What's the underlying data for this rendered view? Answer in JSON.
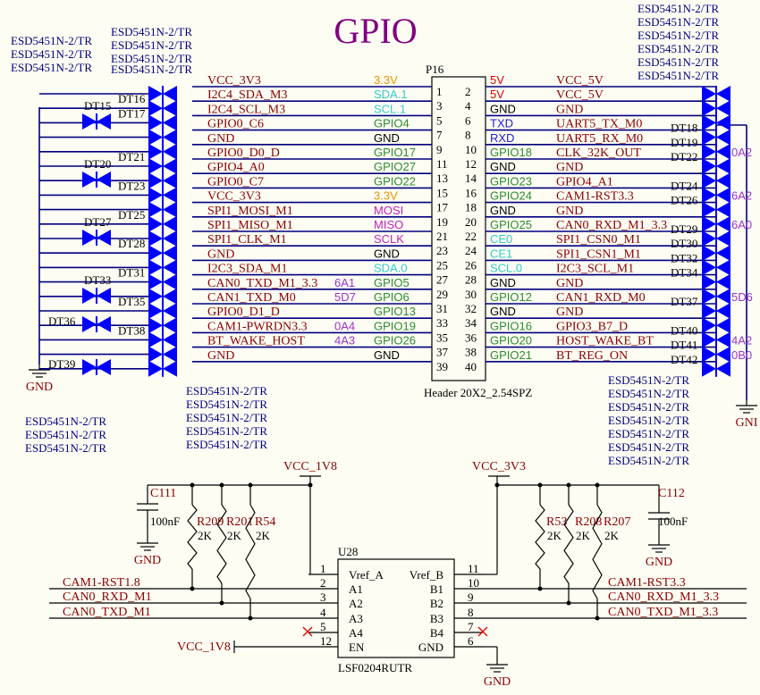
{
  "title": "GPIO",
  "header": {
    "ref": "P16",
    "name": "Header 20X2_2.54SPZ",
    "rows": [
      {
        "ln": "VCC_3V3",
        "lf": "3.3V",
        "lc": "#e69500",
        "p1": "1",
        "p2": "2",
        "rf": "5V",
        "rc": "#e00000",
        "rn": "VCC_5V",
        "ld": "",
        "rd": "",
        "lx": "",
        "rx": ""
      },
      {
        "ln": "I2C4_SDA_M3",
        "lf": "SDA.1",
        "lc": "#33cccc",
        "p1": "3",
        "p2": "4",
        "rf": "5V",
        "rc": "#e00000",
        "rn": "VCC_5V",
        "ld": "DT16",
        "rd": "",
        "lx": "",
        "rx": ""
      },
      {
        "ln": "I2C4_SCL_M3",
        "lf": "SCL.1",
        "lc": "#33cccc",
        "p1": "5",
        "p2": "6",
        "rf": "GND",
        "rc": "#000000",
        "rn": "GND",
        "ld": "DT17",
        "rd": "",
        "lx": "",
        "rx": ""
      },
      {
        "ln": "GPIO0_C6",
        "lf": "GPIO4",
        "lc": "#2e8b2e",
        "p1": "7",
        "p2": "8",
        "rf": "TXD",
        "rc": "#2020d0",
        "rn": "UART5_TX_M0",
        "ld": "",
        "rd": "DT18",
        "lx": "",
        "rx": ""
      },
      {
        "ln": "GND",
        "lf": "GND",
        "lc": "#000000",
        "p1": "9",
        "p2": "10",
        "rf": "RXD",
        "rc": "#2020d0",
        "rn": "UART5_RX_M0",
        "ld": "",
        "rd": "DT19",
        "lx": "",
        "rx": ""
      },
      {
        "ln": "GPIO0_D0_D",
        "lf": "GPIO17",
        "lc": "#2e8b2e",
        "p1": "11",
        "p2": "12",
        "rf": "GPIO18",
        "rc": "#2e8b2e",
        "rn": "CLK_32K_OUT",
        "ld": "DT21",
        "rd": "DT22",
        "lx": "",
        "rx": "0A2"
      },
      {
        "ln": "GPIO4_A0",
        "lf": "GPIO27",
        "lc": "#2e8b2e",
        "p1": "13",
        "p2": "14",
        "rf": "GND",
        "rc": "#000000",
        "rn": "GND",
        "ld": "",
        "rd": "",
        "lx": "",
        "rx": ""
      },
      {
        "ln": "GPIO0_C7",
        "lf": "GPIO22",
        "lc": "#2e8b2e",
        "p1": "15",
        "p2": "16",
        "rf": "GPIO23",
        "rc": "#2e8b2e",
        "rn": "GPIO4_A1",
        "ld": "DT23",
        "rd": "DT24",
        "lx": "",
        "rx": ""
      },
      {
        "ln": "VCC_3V3",
        "lf": "3.3V",
        "lc": "#e69500",
        "p1": "17",
        "p2": "18",
        "rf": "GPIO24",
        "rc": "#2e8b2e",
        "rn": "CAM1-RST3.3",
        "ld": "",
        "rd": "DT26",
        "lx": "",
        "rx": "6A2"
      },
      {
        "ln": "SPI1_MOSI_M1",
        "lf": "MOSI",
        "lc": "#c020c0",
        "p1": "19",
        "p2": "20",
        "rf": "GND",
        "rc": "#000000",
        "rn": "GND",
        "ld": "DT25",
        "rd": "",
        "lx": "",
        "rx": ""
      },
      {
        "ln": "SPI1_MISO_M1",
        "lf": "MISO",
        "lc": "#c020c0",
        "p1": "21",
        "p2": "22",
        "rf": "GPIO25",
        "rc": "#2e8b2e",
        "rn": "CAN0_RXD_M1_3.3",
        "ld": "",
        "rd": "DT29",
        "lx": "",
        "rx": "6A0"
      },
      {
        "ln": "SPI1_CLK_M1",
        "lf": "SCLK",
        "lc": "#c020c0",
        "p1": "23",
        "p2": "24",
        "rf": "CE0",
        "rc": "#33cccc",
        "rn": "SPI1_CSN0_M1",
        "ld": "DT28",
        "rd": "DT30",
        "lx": "",
        "rx": ""
      },
      {
        "ln": "GND",
        "lf": "GND",
        "lc": "#000000",
        "p1": "25",
        "p2": "26",
        "rf": "CE1",
        "rc": "#33cccc",
        "rn": "SPI1_CSN1_M1",
        "ld": "",
        "rd": "DT32",
        "lx": "",
        "rx": ""
      },
      {
        "ln": "I2C3_SDA_M1",
        "lf": "SDA.0",
        "lc": "#33cccc",
        "p1": "27",
        "p2": "28",
        "rf": "SCL.0",
        "rc": "#33cccc",
        "rn": "I2C3_SCL_M1",
        "ld": "DT31",
        "rd": "DT34",
        "lx": "",
        "rx": ""
      },
      {
        "ln": "CAN0_TXD_M1_3.3",
        "lf": "GPIO5",
        "lc": "#2e8b2e",
        "p1": "29",
        "p2": "30",
        "rf": "GND",
        "rc": "#000000",
        "rn": "GND",
        "ld": "",
        "rd": "",
        "lx": "6A1",
        "rx": ""
      },
      {
        "ln": "CAN1_TXD_M0",
        "lf": "GPIO6",
        "lc": "#2e8b2e",
        "p1": "31",
        "p2": "32",
        "rf": "GPIO12",
        "rc": "#2e8b2e",
        "rn": "CAN1_RXD_M0",
        "ld": "DT35",
        "rd": "DT37",
        "lx": "5D7",
        "rx": "5D6"
      },
      {
        "ln": "GPIO0_D1_D",
        "lf": "GPIO13",
        "lc": "#2e8b2e",
        "p1": "33",
        "p2": "34",
        "rf": "GND",
        "rc": "#000000",
        "rn": "GND",
        "ld": "",
        "rd": "",
        "lx": "",
        "rx": ""
      },
      {
        "ln": "CAM1-PWRDN3.3",
        "lf": "GPIO19",
        "lc": "#2e8b2e",
        "p1": "35",
        "p2": "36",
        "rf": "GPIO16",
        "rc": "#2e8b2e",
        "rn": "GPIO3_B7_D",
        "ld": "DT38",
        "rd": "DT40",
        "lx": "0A4",
        "rx": ""
      },
      {
        "ln": "BT_WAKE_HOST",
        "lf": "GPIO26",
        "lc": "#2e8b2e",
        "p1": "37",
        "p2": "38",
        "rf": "GPIO20",
        "rc": "#2e8b2e",
        "rn": "HOST_WAKE_BT",
        "ld": "",
        "rd": "DT41",
        "lx": "4A3",
        "rx": "4A2"
      },
      {
        "ln": "GND",
        "lf": "GND",
        "lc": "#000000",
        "p1": "39",
        "p2": "40",
        "rf": "GPIO21",
        "rc": "#2e8b2e",
        "rn": "BT_REG_ON",
        "ld": "",
        "rd": "DT42",
        "lx": "",
        "rx": "0B0"
      }
    ]
  },
  "outer_diodes": [
    "DT15",
    "DT20",
    "DT27",
    "DT33",
    "DT36",
    "DT39"
  ],
  "esd_part": "ESD5451N-2/TR",
  "gnd": "GND",
  "level_shifter": {
    "ref": "U28",
    "part": "LSF0204RUTR",
    "vccl": "VCC_1V8",
    "vcch": "VCC_3V3",
    "left_pins": [
      {
        "num": "1",
        "name": "Vref_A",
        "net": ""
      },
      {
        "num": "2",
        "name": "A1",
        "net": "CAM1-RST1.8"
      },
      {
        "num": "3",
        "name": "A2",
        "net": "CAN0_RXD_M1"
      },
      {
        "num": "4",
        "name": "A3",
        "net": "CAN0_TXD_M1"
      },
      {
        "num": "5",
        "name": "A4",
        "net": ""
      },
      {
        "num": "12",
        "name": "EN",
        "net": "VCC_1V8"
      }
    ],
    "right_pins": [
      {
        "num": "11",
        "name": "Vref_B",
        "net": ""
      },
      {
        "num": "10",
        "name": "B1",
        "net": "CAM1-RST3.3"
      },
      {
        "num": "9",
        "name": "B2",
        "net": "CAN0_RXD_M1_3.3"
      },
      {
        "num": "8",
        "name": "B3",
        "net": "CAN0_TXD_M1_3.3"
      },
      {
        "num": "7",
        "name": "B4",
        "net": ""
      },
      {
        "num": "6",
        "name": "GND",
        "net": ""
      }
    ],
    "c111": {
      "ref": "C111",
      "val": "100nF"
    },
    "c112": {
      "ref": "C112",
      "val": "100nF"
    },
    "resistors_left": [
      {
        "ref": "R209",
        "val": "2K"
      },
      {
        "ref": "R201",
        "val": "2K"
      },
      {
        "ref": "R54",
        "val": "2K"
      }
    ],
    "resistors_right": [
      {
        "ref": "R53",
        "val": "2K"
      },
      {
        "ref": "R208",
        "val": "2K"
      },
      {
        "ref": "R207",
        "val": "2K"
      }
    ]
  },
  "colors": {
    "wire": "#000080",
    "net": "#8b0000",
    "title": "#800080",
    "diode": "#0000ff"
  }
}
